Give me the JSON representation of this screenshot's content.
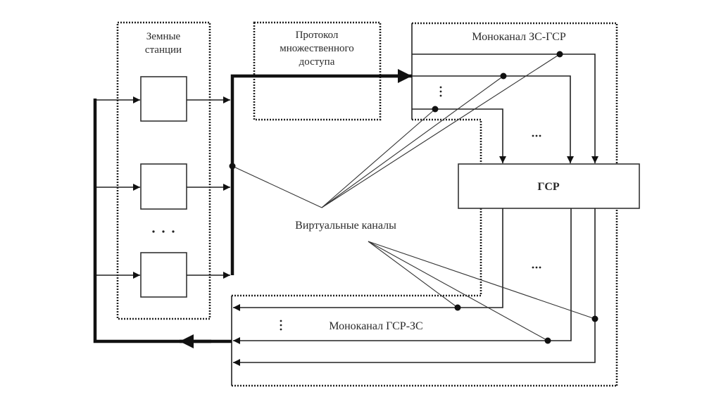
{
  "diagram": {
    "type": "block-diagram",
    "groups": {
      "earth_stations": {
        "label_line1": "Земные",
        "label_line2": "станции"
      },
      "protocol": {
        "label_line1": "Протокол",
        "label_line2": "множественного",
        "label_line3": "доступа"
      },
      "uplink": {
        "label": "Моноканал ЗС-ГСР"
      },
      "downlink": {
        "label": "Моноканал ГСР-ЗС"
      }
    },
    "nodes": {
      "gsr": {
        "label": "ГСР"
      },
      "stations": [
        "station-1",
        "station-2",
        "station-n"
      ]
    },
    "annotations": {
      "virtual_channels": "Виртуальные каналы",
      "ellipsis_stations": "· · ·",
      "ellipsis_vertical": "⋮",
      "ellipsis_horizontal": "···"
    },
    "edges": [
      {
        "from": "bus-in",
        "to": "station-1",
        "kind": "arrow"
      },
      {
        "from": "bus-in",
        "to": "station-2",
        "kind": "arrow"
      },
      {
        "from": "bus-in",
        "to": "station-n",
        "kind": "arrow"
      },
      {
        "from": "station-1",
        "to": "bus-out",
        "kind": "arrow"
      },
      {
        "from": "station-2",
        "to": "bus-out",
        "kind": "arrow"
      },
      {
        "from": "station-n",
        "to": "bus-out",
        "kind": "arrow"
      },
      {
        "from": "bus-out",
        "to": "uplink",
        "kind": "thick-arrow"
      },
      {
        "from": "uplink",
        "to": "gsr",
        "kind": "arrow",
        "count": 3
      },
      {
        "from": "gsr",
        "to": "downlink",
        "kind": "arrow",
        "count": 3
      },
      {
        "from": "downlink",
        "to": "bus-in",
        "kind": "thick-arrow"
      }
    ]
  }
}
